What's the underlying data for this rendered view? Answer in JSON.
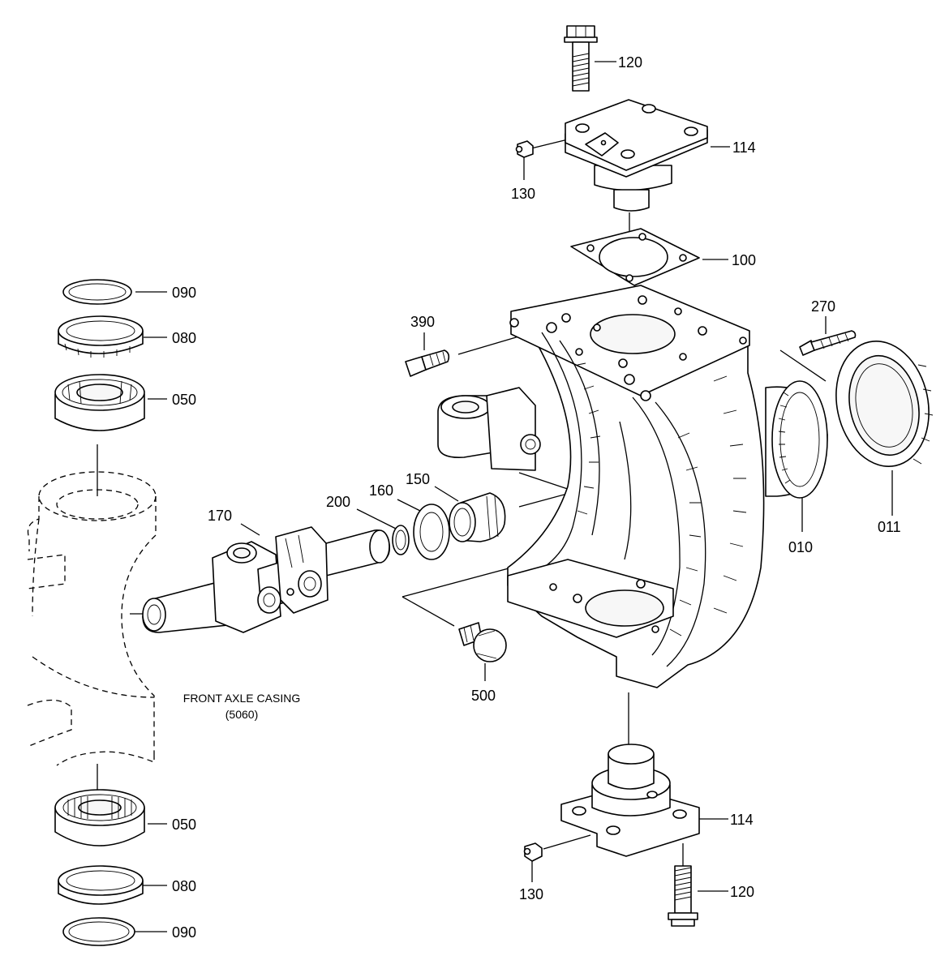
{
  "callouts": {
    "p120_top": "120",
    "p114_top": "114",
    "p130_top": "130",
    "p100": "100",
    "p390": "390",
    "p270": "270",
    "p090_top": "090",
    "p080_top": "080",
    "p050_top": "050",
    "p170": "170",
    "p200": "200",
    "p160": "160",
    "p150": "150",
    "p010": "010",
    "p011": "011",
    "p500": "500",
    "p050_bot": "050",
    "p080_bot": "080",
    "p090_bot": "090",
    "p114_bot": "114",
    "p130_bot": "130",
    "p120_bot": "120"
  },
  "notes": {
    "casing_name": "FRONT AXLE CASING",
    "casing_ref": "(5060)"
  }
}
